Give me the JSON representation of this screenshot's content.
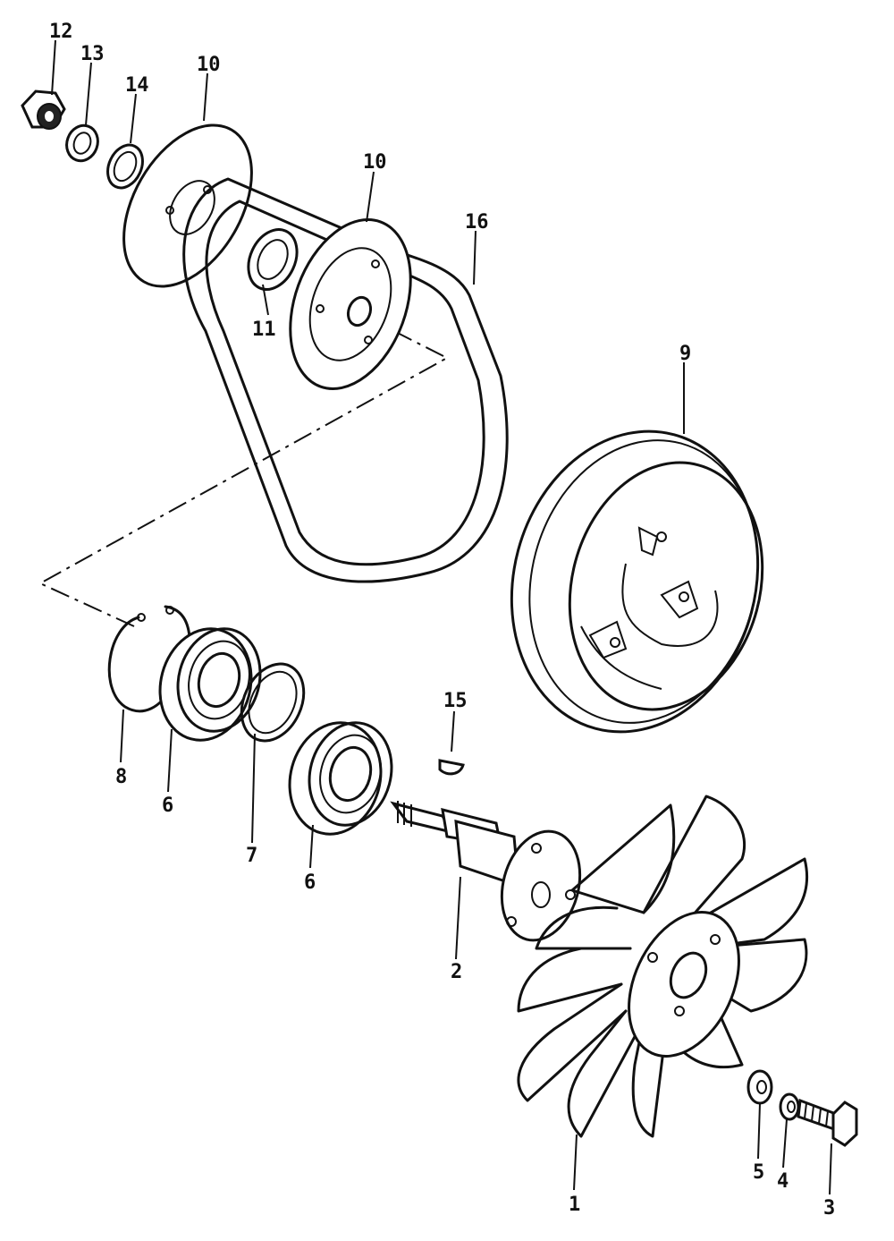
{
  "diagram": {
    "callouts": [
      {
        "id": "p12",
        "text": "12"
      },
      {
        "id": "p13",
        "text": "13"
      },
      {
        "id": "p14",
        "text": "14"
      },
      {
        "id": "p10a",
        "text": "10"
      },
      {
        "id": "p10b",
        "text": "10"
      },
      {
        "id": "p16",
        "text": "16"
      },
      {
        "id": "p11",
        "text": "11"
      },
      {
        "id": "p9",
        "text": "9"
      },
      {
        "id": "p15",
        "text": "15"
      },
      {
        "id": "p8",
        "text": "8"
      },
      {
        "id": "p6a",
        "text": "6"
      },
      {
        "id": "p7",
        "text": "7"
      },
      {
        "id": "p6b",
        "text": "6"
      },
      {
        "id": "p2",
        "text": "2"
      },
      {
        "id": "p1",
        "text": "1"
      },
      {
        "id": "p5",
        "text": "5"
      },
      {
        "id": "p4",
        "text": "4"
      },
      {
        "id": "p3",
        "text": "3"
      }
    ]
  }
}
